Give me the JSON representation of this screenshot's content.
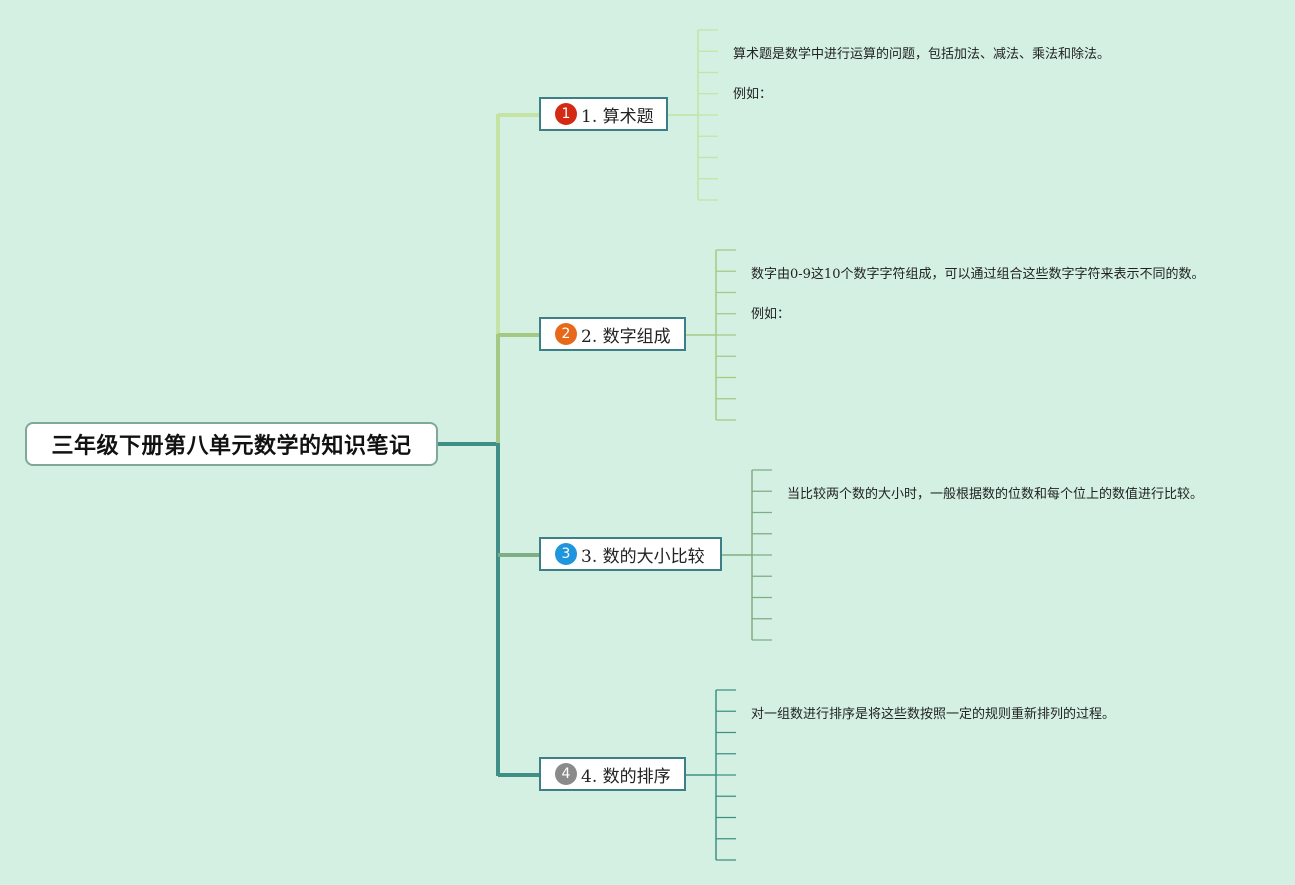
{
  "root": {
    "title": "三年级下册第八单元数学的知识笔记"
  },
  "topics": [
    {
      "badge": "1",
      "badge_color": "#d42a14",
      "label": "1. 算术题",
      "line_color": "#c5e3a4",
      "notes": [
        "算术题是数学中进行运算的问题，包括加法、减法、乘法和除法。",
        "例如："
      ]
    },
    {
      "badge": "2",
      "badge_color": "#e8681a",
      "label": "2. 数字组成",
      "line_color": "#a5c985",
      "notes": [
        "数字由0-9这10个数字字符组成，可以通过组合这些数字字符来表示不同的数。",
        "例如："
      ]
    },
    {
      "badge": "3",
      "badge_color": "#1e95dc",
      "label": "3. 数的大小比较",
      "line_color": "#7fad85",
      "notes": [
        "当比较两个数的大小时，一般根据数的位数和每个位上的数值进行比较。"
      ]
    },
    {
      "badge": "4",
      "badge_color": "#8a8a8a",
      "label": "4. 数的排序",
      "line_color": "#3f8f86",
      "notes": [
        "对一组数进行排序是将这些数按照一定的规则重新排列的过程。"
      ]
    }
  ]
}
